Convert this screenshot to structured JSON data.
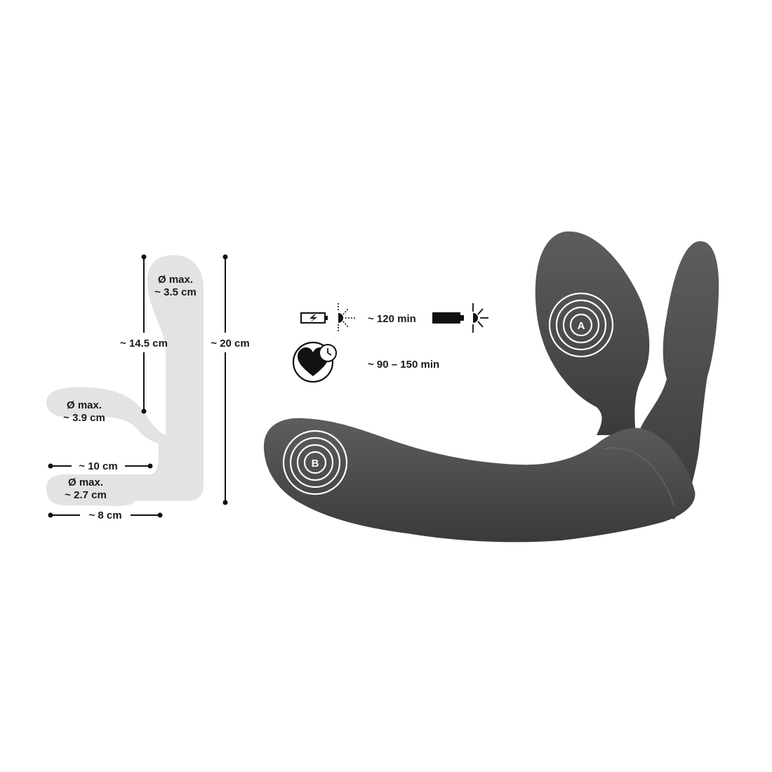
{
  "dimensions": {
    "top_diameter": {
      "line1": "Ø max.",
      "line2": "~ 3.5 cm"
    },
    "mid_diameter": {
      "line1": "Ø max.",
      "line2": "~ 3.9 cm"
    },
    "low_diameter": {
      "line1": "Ø max.",
      "line2": "~ 2.7 cm"
    },
    "inner_length": "~ 14.5 cm",
    "total_length": "~ 20 cm",
    "gap_length": "~ 10 cm",
    "base_width": "~ 8 cm"
  },
  "runtime": {
    "charge_time": "~ 120 min",
    "usage_time": "~ 90 – 150 min"
  },
  "motors": {
    "a_label": "A",
    "b_label": "B"
  },
  "colors": {
    "silhouette": "#e3e3e3",
    "product": "#4f4f4f",
    "ink": "#111111"
  },
  "icons": [
    "battery-charging-icon",
    "light-dashed-icon",
    "battery-full-icon",
    "light-icon",
    "heart-clock-icon",
    "vibration-rings-icon"
  ]
}
